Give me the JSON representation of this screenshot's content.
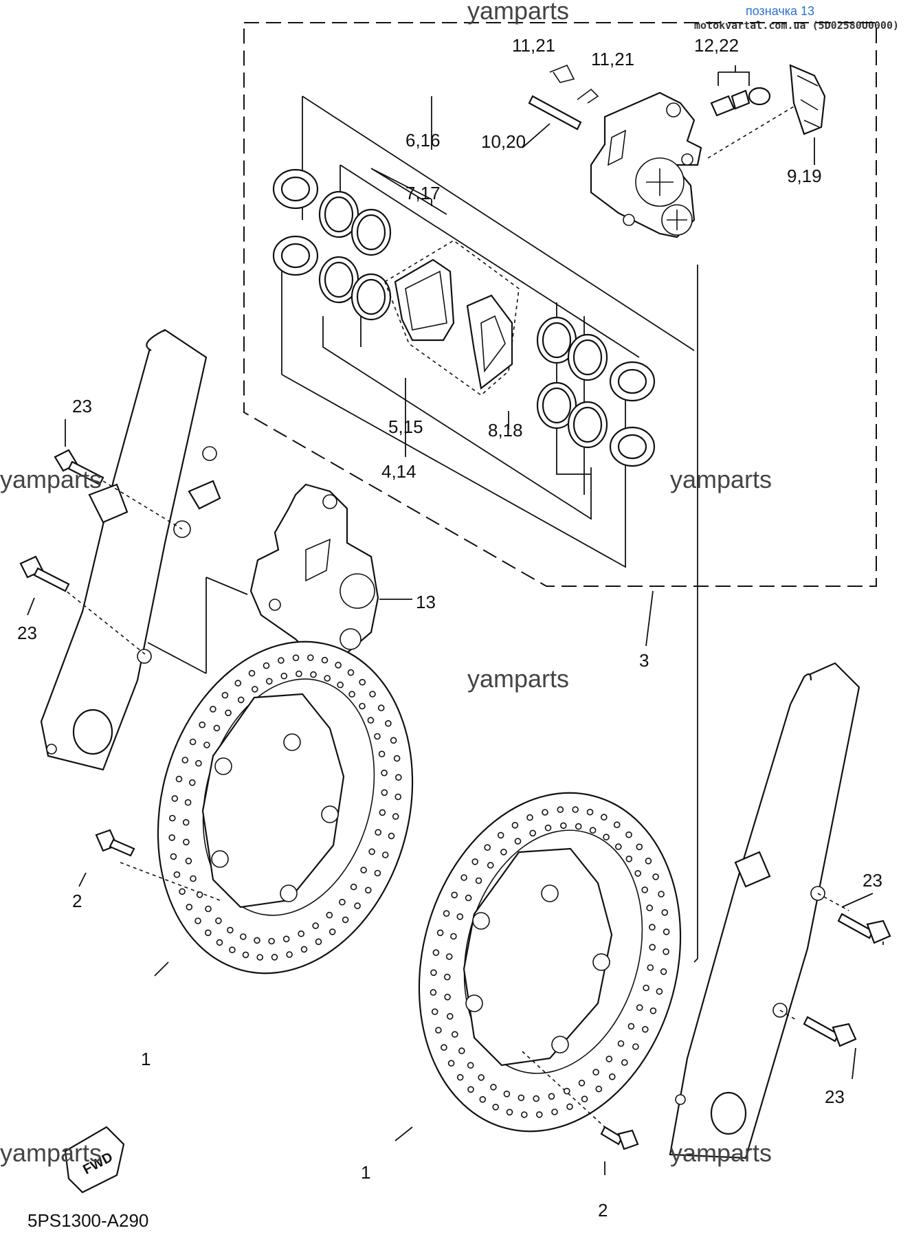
{
  "header": {
    "link_text": "позначка 13",
    "source_text": "motokvartal.com.ua (5D02580U0000)"
  },
  "watermark": "yamparts",
  "diagram_code": "5PS1300-A290",
  "fwd_label": "FWD",
  "callouts": {
    "p1a": "1",
    "p1b": "1",
    "p2a": "2",
    "p2b": "2",
    "p3": "3",
    "p4": "4,14",
    "p5": "5,15",
    "p6": "6,16",
    "p7": "7,17",
    "p8": "8,18",
    "p9": "9,19",
    "p10": "10,20",
    "p11a": "11,21",
    "p11b": "11,21",
    "p12": "12,22",
    "p13": "13",
    "p23a": "23",
    "p23b": "23",
    "p23c": "23",
    "p23d": "23"
  },
  "icons": [
    "fwd-arrow-icon"
  ]
}
